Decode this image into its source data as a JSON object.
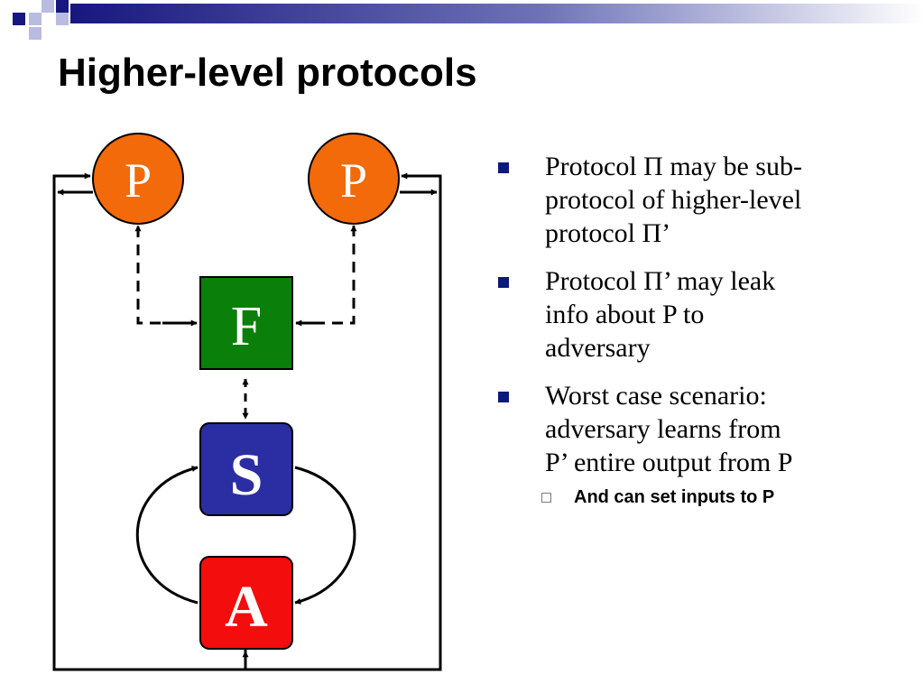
{
  "slide": {
    "title": "Higher-level protocols"
  },
  "colors": {
    "accent_dark": "#17177f",
    "accent_light": "#b9bce0",
    "party": "#f26a0a",
    "functionality": "#0a7f0a",
    "simulator": "#2b2ea2",
    "adversary": "#f40d0d",
    "bullet": "#0c1a7a"
  },
  "diagram": {
    "nodes": {
      "p_left": "P",
      "p_right": "P",
      "f": "F",
      "s": "S",
      "a": "A"
    }
  },
  "bullets": [
    {
      "lines": [
        "Protocol Π may be sub-",
        "protocol of higher-level",
        "protocol Π’"
      ]
    },
    {
      "lines": [
        "Protocol Π’ may leak",
        "info about P to",
        "adversary"
      ]
    },
    {
      "lines": [
        "Worst case scenario:",
        "adversary learns from",
        "P’ entire output from P"
      ]
    }
  ],
  "sub_bullets": [
    {
      "text": "And can set inputs to P"
    }
  ]
}
